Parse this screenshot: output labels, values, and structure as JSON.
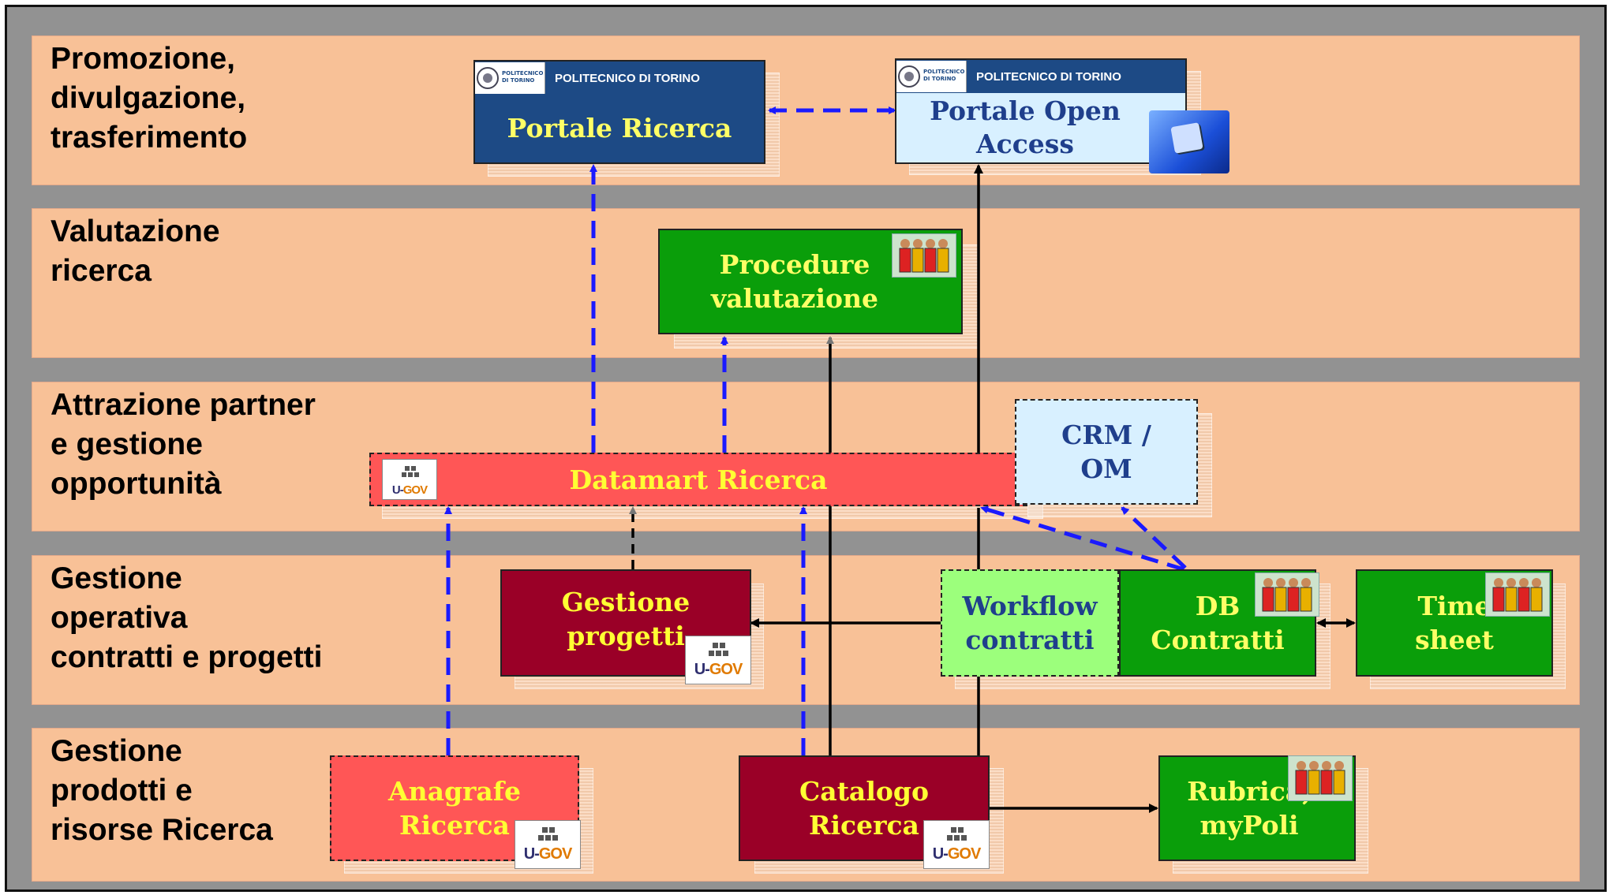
{
  "bands": [
    {
      "label": "Promozione,\ndivulgazione,\ntrasferimento"
    },
    {
      "label": "Valutazione\nricerca"
    },
    {
      "label": "Attrazione partner\ne gestione\nopportunità"
    },
    {
      "label": "Gestione\noperativa\ncontratti e progetti"
    },
    {
      "label": "Gestione\nprodotti e\nrisorse Ricerca"
    }
  ],
  "portals": {
    "header_text": "POLITECNICO DI TORINO",
    "logo_text": "POLITECNICO DI TORINO",
    "ricerca": "Portale Ricerca",
    "open_access": "Portale Open\nAccess"
  },
  "boxes": {
    "procedure": "Procedure\nvalutazione",
    "datamart": "Datamart Ricerca",
    "crm": "CRM /\nOM",
    "gestione_progetti": "Gestione\nprogetti",
    "workflow": "Workflow\ncontratti",
    "db_contratti": "DB\nContratti",
    "timesheet": "Time\nsheet",
    "anagrafe": "Anagrafe\nRicerca",
    "catalogo": "Catalogo\nRicerca",
    "rubrica": "Rubrica,\nmyPoli"
  },
  "ugov_logo_text": "U-GOV",
  "colors": {
    "band": "#f8c197",
    "frame": "#929292",
    "dark_red": "#9a0027",
    "light_red": "#ff5656",
    "green": "#0a9e0a",
    "light_green": "#9cff7c",
    "light_blue": "#d8f0ff",
    "portal_dark": "#1d4a85",
    "yellow_text": "#ffff33",
    "blue_text": "#1f3f8c",
    "dashed_arrow": "#1a1aff"
  }
}
